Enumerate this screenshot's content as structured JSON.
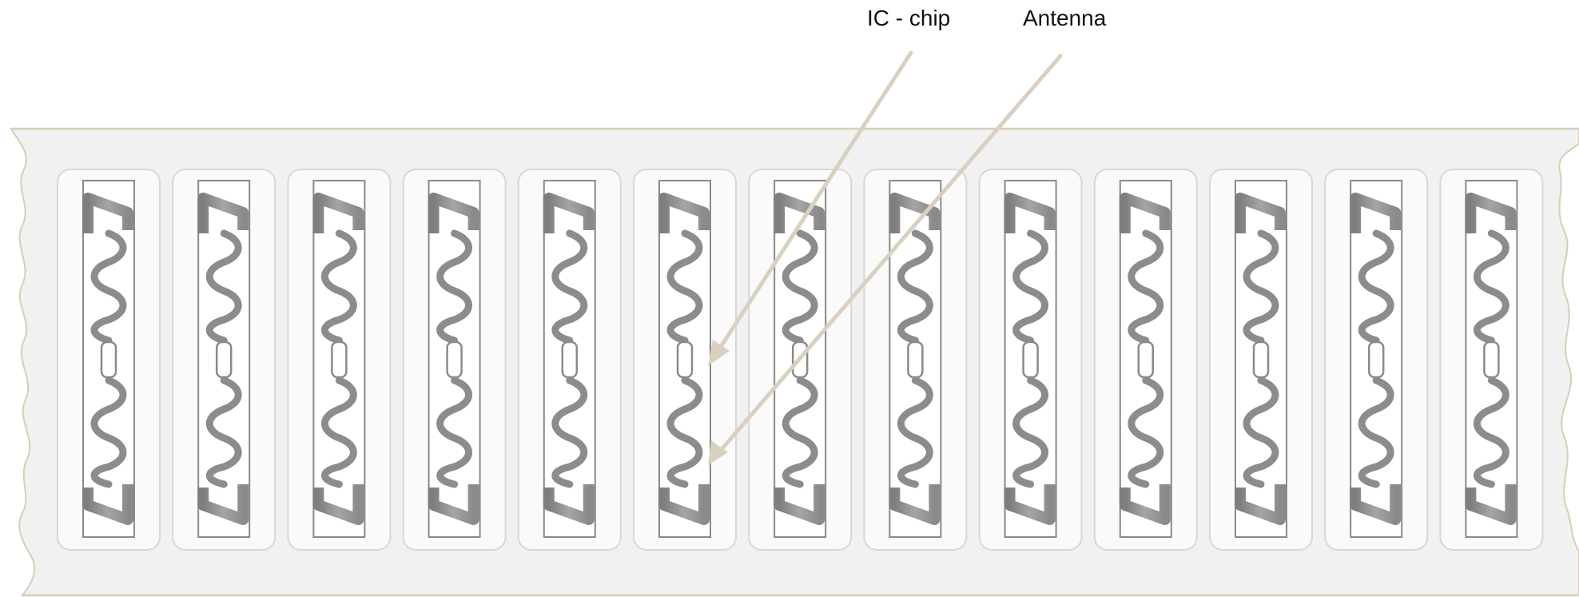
{
  "diagram": {
    "callouts": [
      {
        "id": "ic-chip",
        "label": "IC - chip"
      },
      {
        "id": "antenna",
        "label": "Antenna"
      }
    ],
    "tag_count": 13
  },
  "colors": {
    "strip_fill": "#f1f1f1",
    "strip_edge": "#d8cdb8",
    "tag_card_fill": "#fafafa",
    "tag_card_edge": "#d7d7d7",
    "inlay_fill": "#ffffff",
    "inlay_edge": "#8a8a8a",
    "antenna_dark": "#8c8c8c",
    "antenna_light": "#b4b4b4",
    "leader_line": "#d9d0c1"
  }
}
